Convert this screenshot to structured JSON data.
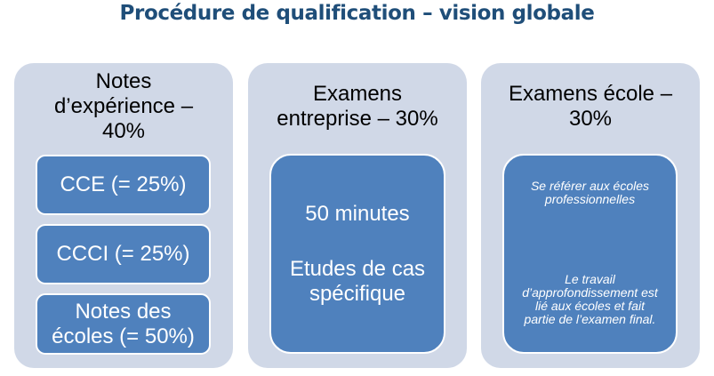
{
  "title": "Procédure de qualification – vision globale",
  "colors": {
    "title": "#1f4e79",
    "panel_bg": "#d0d8e7",
    "box_bg": "#4f81bd",
    "box_border": "#ffffff",
    "box_text": "#ffffff"
  },
  "panels": [
    {
      "title_lines": [
        "Notes",
        "d’expérience –",
        "40%"
      ],
      "boxes": [
        {
          "lines": [
            "CCE (= 25%)"
          ]
        },
        {
          "lines": [
            "CCCI (= 25%)"
          ]
        },
        {
          "lines": [
            "Notes des",
            "écoles (= 50%)"
          ]
        }
      ]
    },
    {
      "title_lines": [
        "Examens",
        "entreprise – 30%"
      ],
      "box": {
        "line1": "50 minutes",
        "line2": "Etudes de cas",
        "line3": "spécifique"
      }
    },
    {
      "title_lines": [
        "Examens école –",
        "30%"
      ],
      "box": {
        "para1_lines": [
          "Se référer aux écoles",
          "professionnelles"
        ],
        "para2_lines": [
          "Le travail",
          "d’approfondissement est",
          "lié aux écoles et fait",
          "partie de l’examen final."
        ]
      }
    }
  ]
}
